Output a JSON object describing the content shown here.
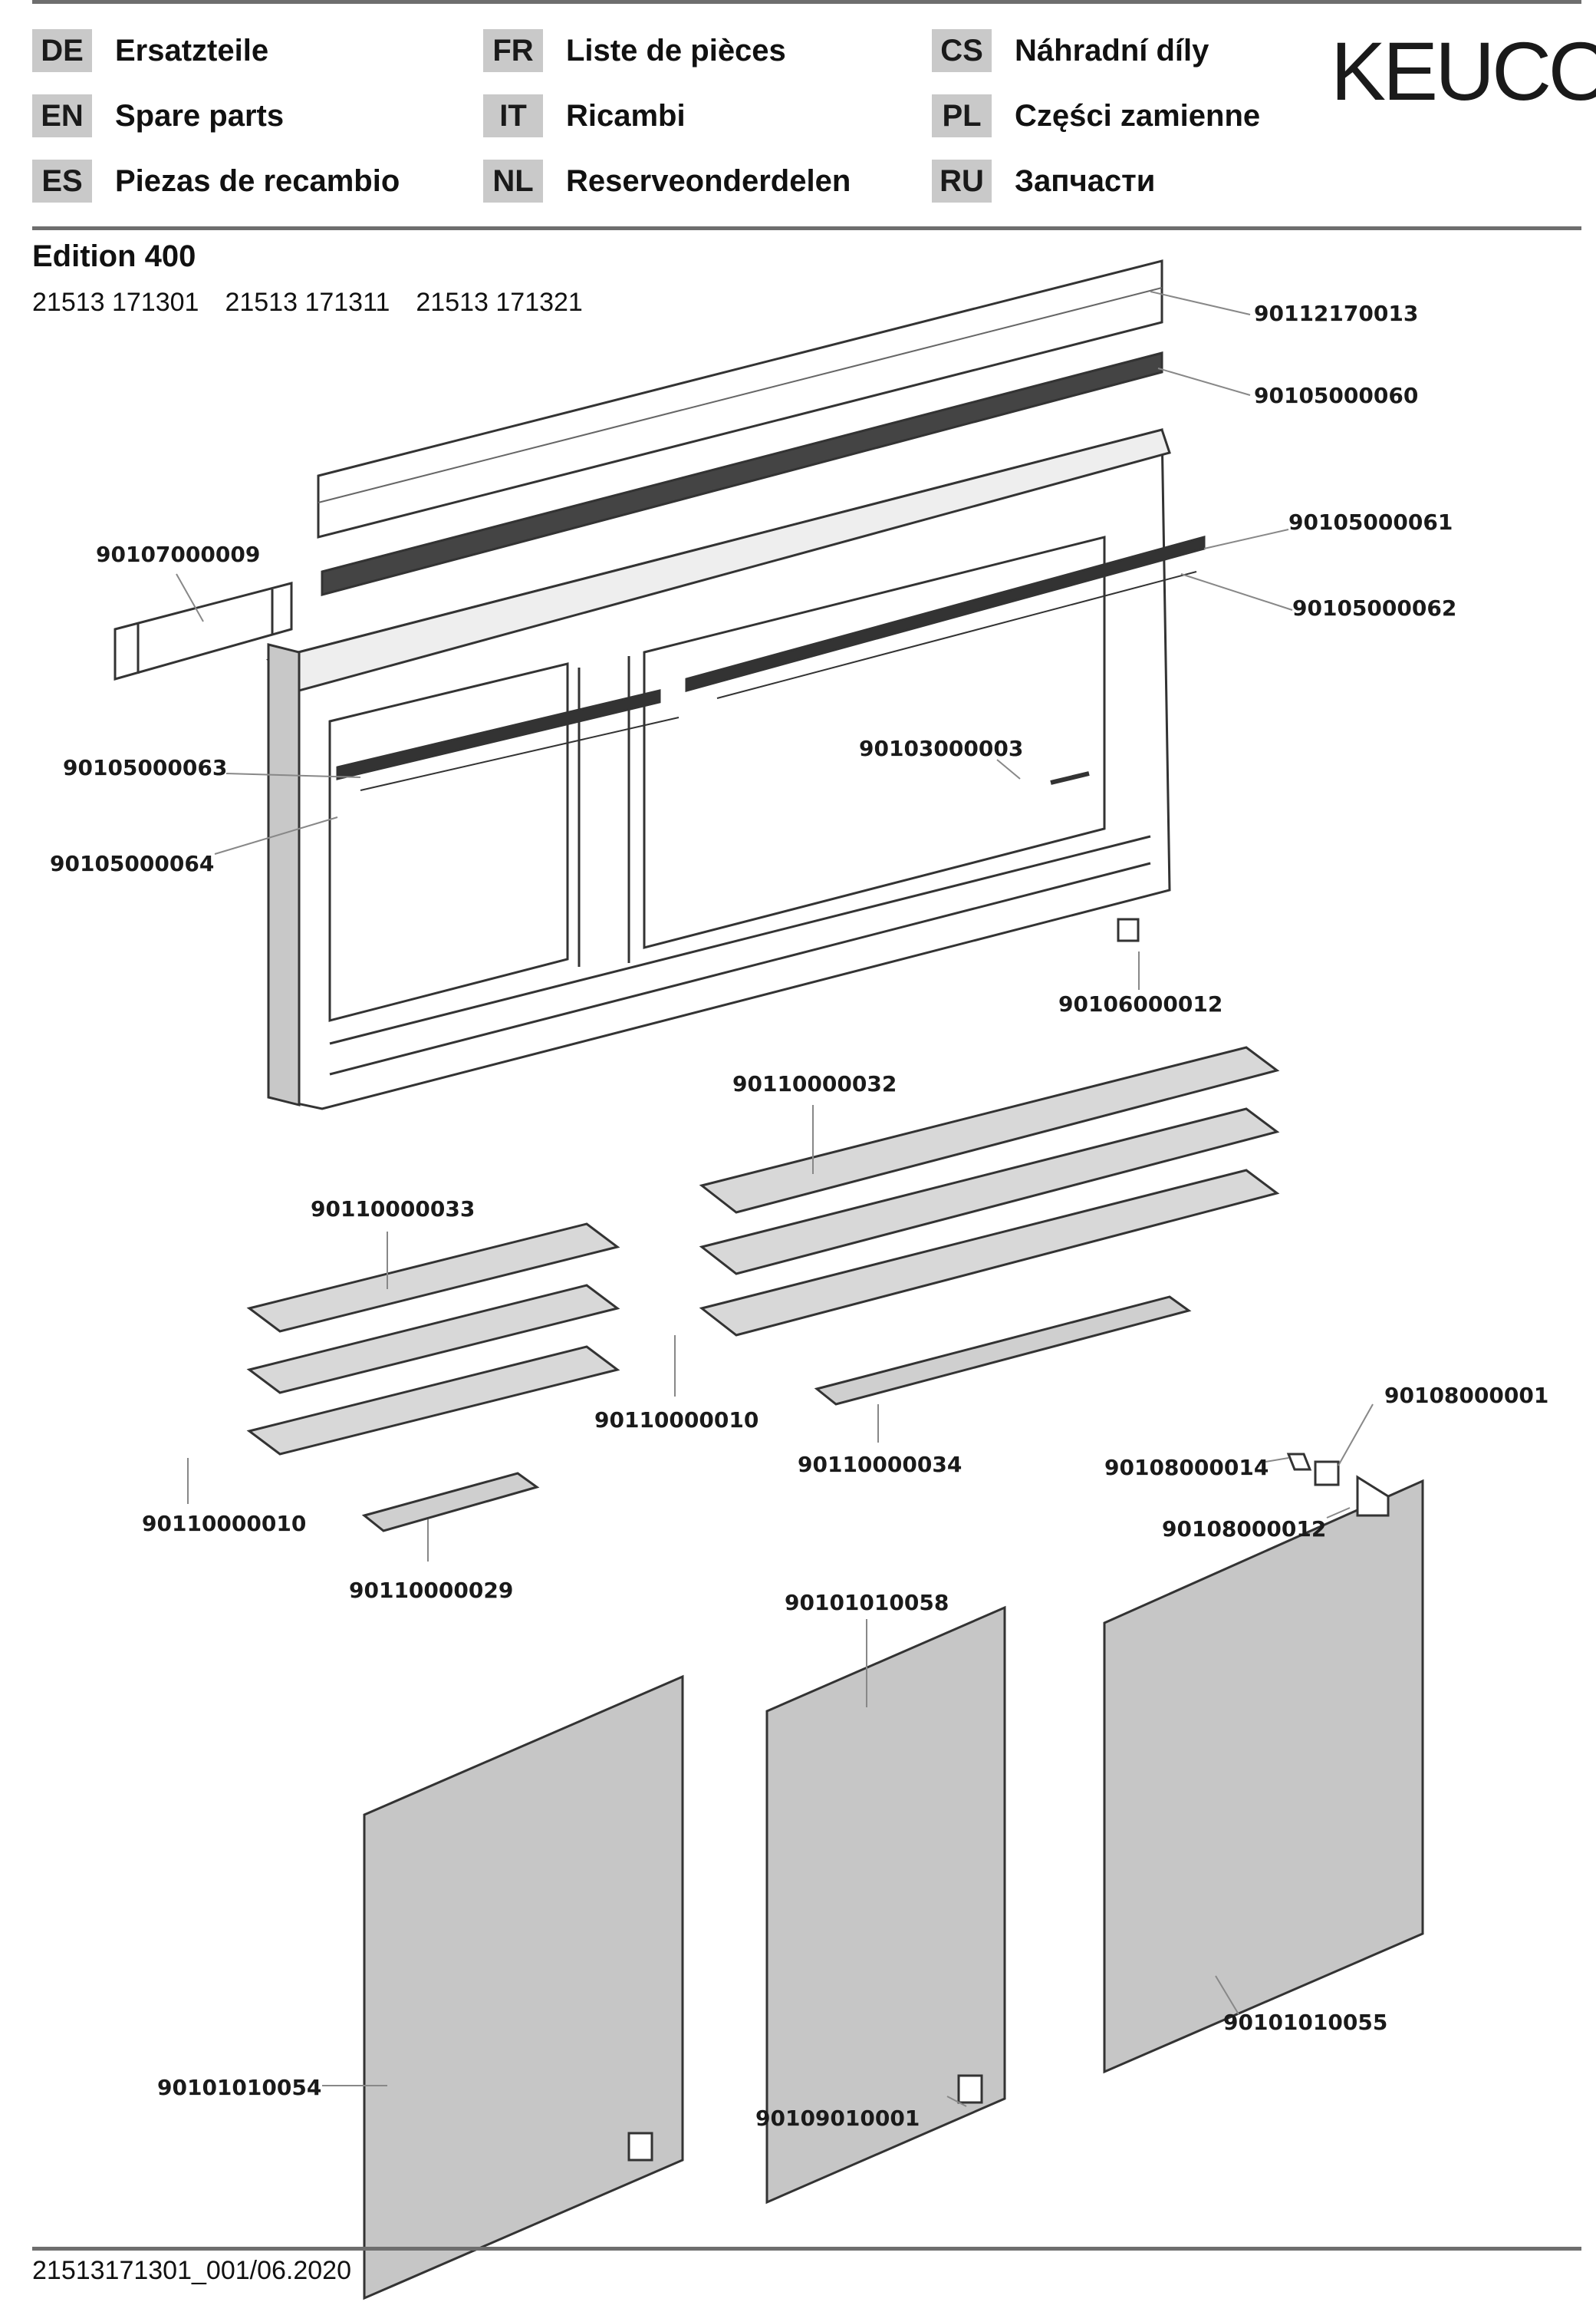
{
  "header": {
    "languages": [
      {
        "code": "DE",
        "label": "Ersatzteile"
      },
      {
        "code": "EN",
        "label": "Spare parts"
      },
      {
        "code": "ES",
        "label": "Piezas de recambio"
      },
      {
        "code": "FR",
        "label": "Liste de pièces"
      },
      {
        "code": "IT",
        "label": "Ricambi"
      },
      {
        "code": "NL",
        "label": "Reserveonderdelen"
      },
      {
        "code": "CS",
        "label": "Náhradní díly"
      },
      {
        "code": "PL",
        "label": "Części zamienne"
      },
      {
        "code": "RU",
        "label": "Запчасти"
      }
    ],
    "logo": "KEUCO"
  },
  "product": {
    "title": "Edition 400",
    "article_numbers": [
      "21513 171301",
      "21513 171311",
      "21513 171321"
    ]
  },
  "parts": {
    "cover_strip": "90112170013",
    "top_rail": "90105000060",
    "light_cover": "90107000009",
    "rail_right_upper": "90105000061",
    "rail_right_lower": "90105000062",
    "rail_left_upper": "90105000063",
    "rail_left_lower": "90105000064",
    "small_strip": "90103000003",
    "bracket": "90106000012",
    "shelf_long": "90110000032",
    "shelf_short": "90110000033",
    "shelf_support_left": "90110000010",
    "shelf_support_right": "90110000010",
    "shelf_small_right": "90110000034",
    "shelf_small_left": "90110000029",
    "hinge_plate": "90108000001",
    "hinge_pad": "90108000014",
    "hinge": "90108000012",
    "door_middle": "90101010058",
    "door_left": "90101010054",
    "door_right": "90101010055",
    "door_foot": "90109010001"
  },
  "footer": {
    "doc_id": "21513171301_001/06.2020"
  }
}
